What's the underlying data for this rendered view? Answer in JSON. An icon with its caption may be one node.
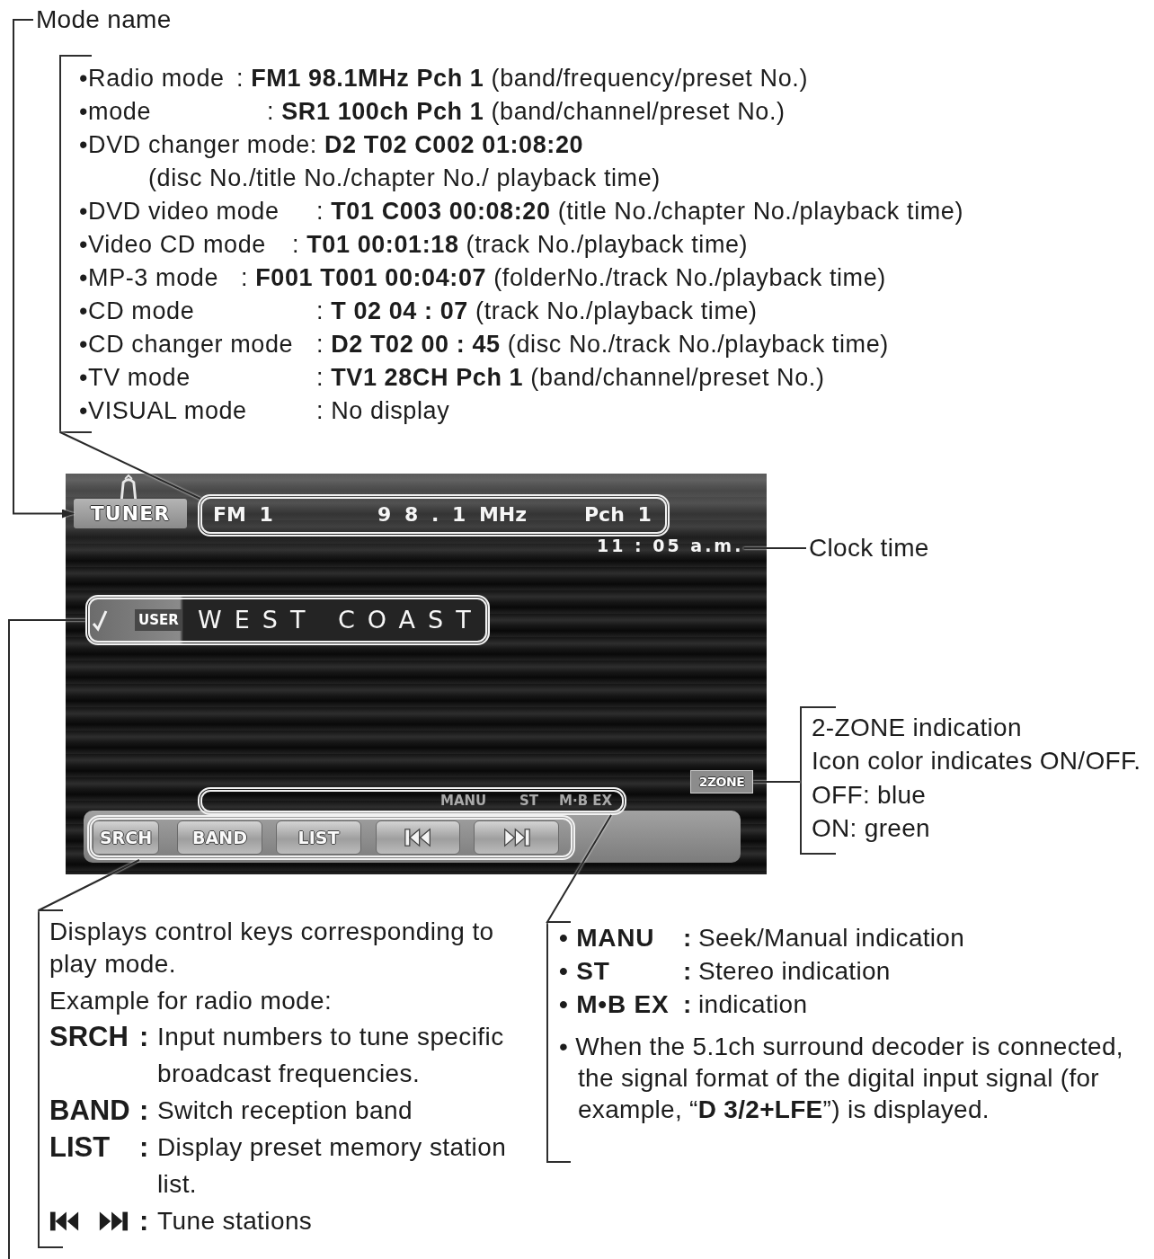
{
  "diagram": {
    "nodes": [
      {
        "text": [
          "Mode name"
        ]
      },
      {
        "text": [
          "•Radio mode",
          ": **FM1 98.1MHz Pch 1** (band/frequency/preset No.)",
          "•mode",
          ": **SR1 100ch Pch 1** (band/channel/preset No.)",
          "•DVD changer mode",
          ": **D2 T02 C002 01:08:20** (disc No./title No./chapter No./ playback time)",
          "•DVD video mode",
          ": **T01 C003 00:08:20** (title No./chapter No./playback time)",
          "•Video CD mode",
          ": **T01 00:01:18** (track No./playback time)",
          "•MP-3 mode",
          ": **F001 T001 00:04:07** (folderNo./track No./playback time)",
          "•CD mode",
          ": **T 02 04 : 07** (track No./playback time)",
          "•CD changer mode",
          ": **D2 T02 00 : 45** (disc No./track No./playback time)",
          "•TV mode",
          ": **TV1 28CH Pch 1** (band/channel/preset No.)",
          "•VISUAL mode",
          ": No display"
        ]
      },
      {
        "text": [],
        "shape": "box"
      },
      {
        "text": [
          "TUNER"
        ],
        "in": 2
      },
      {
        "text": [
          "FM 1",
          "9 8 . 1 MHz",
          "Pch 1"
        ],
        "in": 2
      },
      {
        "text": [
          "11 : 05 a.m."
        ],
        "in": 2
      },
      {
        "text": [
          "USER",
          "WEST COAST"
        ],
        "in": 2
      },
      {
        "text": [
          "2ZONE"
        ],
        "in": 2
      },
      {
        "text": [
          "MANU",
          "ST",
          "M·B EX"
        ],
        "in": 2
      },
      {
        "text": [],
        "shape": "box",
        "in": 2
      },
      {
        "text": [
          "SRCH"
        ],
        "in": 9
      },
      {
        "text": [
          "BAND"
        ],
        "in": 9
      },
      {
        "text": [
          "LIST"
        ],
        "in": 9
      },
      {
        "text": [],
        "shape": "box",
        "in": 9
      },
      {
        "text": [],
        "shape": "box",
        "in": 9
      },
      {
        "text": [
          "Clock time"
        ]
      },
      {
        "text": [
          "2-ZONE indication",
          "Icon color indicates ON/OFF.",
          "OFF: blue",
          "ON: green"
        ]
      },
      {
        "text": [
          "Displays control keys corresponding to play mode.",
          "Example for radio mode:",
          "SRCH",
          ":",
          "Input numbers to tune specific broadcast frequencies.",
          "BAND",
          ":",
          "Switch reception band",
          "LIST",
          ":",
          "Display preset memory station list.",
          ":",
          "Tune stations"
        ]
      },
      {
        "text": [
          "• MANU",
          ":",
          "Seek/Manual indication",
          "• ST",
          ":",
          "Stereo indication",
          "• M•B EX",
          ":",
          "indication",
          "• When the 5.1ch surround decoder is connected, the signal format of the digital input signal (for example, “**D 3/2+LFE**”) is displayed."
        ]
      }
    ],
    "edges": [
      {
        "from": 0,
        "to": 3,
        "arrow": "to"
      },
      {
        "from": 1,
        "to": 4,
        "arrow": "none"
      },
      {
        "from": 15,
        "to": 5,
        "arrow": "none"
      },
      {
        "from": 16,
        "to": 7,
        "arrow": "none"
      },
      {
        "from": 17,
        "to": 9,
        "arrow": "none"
      },
      {
        "from": 18,
        "to": 8,
        "arrow": "none"
      },
      {
        "from": 6,
        "to": null,
        "arrow": "none"
      }
    ]
  }
}
